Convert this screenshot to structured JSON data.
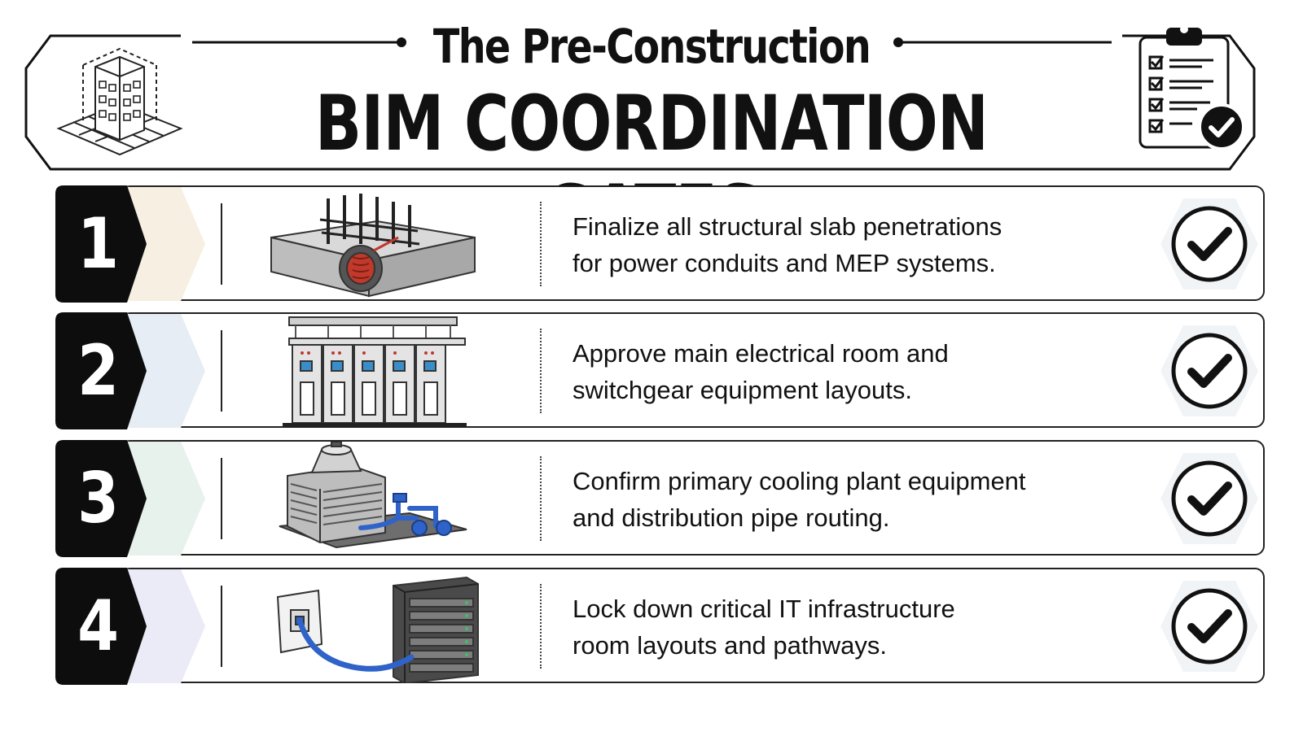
{
  "header": {
    "subtitle": "The Pre-Construction",
    "title": "BIM COORDINATION GATES",
    "left_icon": "isometric-building-icon",
    "right_icon": "clipboard-checklist-icon"
  },
  "gates": [
    {
      "number": "1",
      "text_line1": "Finalize all structural slab penetrations",
      "text_line2": "for power conduits and MEP systems.",
      "illustration": "slab-penetration-icon",
      "accent": "#f6efe2"
    },
    {
      "number": "2",
      "text_line1": "Approve main electrical room and",
      "text_line2": "switchgear equipment layouts.",
      "illustration": "switchgear-icon",
      "accent": "#e6edf5"
    },
    {
      "number": "3",
      "text_line1": "Confirm primary cooling plant equipment",
      "text_line2": "and distribution pipe routing.",
      "illustration": "cooling-plant-icon",
      "accent": "#e7f2ec"
    },
    {
      "number": "4",
      "text_line1": "Lock down critical IT infrastructure",
      "text_line2": "room layouts and pathways.",
      "illustration": "server-rack-icon",
      "accent": "#ebeaf7"
    }
  ],
  "colors": {
    "ink": "#111111",
    "badge": "#0d0d0d",
    "pipe_blue": "#2f63c9",
    "coil_red": "#c0392b"
  }
}
